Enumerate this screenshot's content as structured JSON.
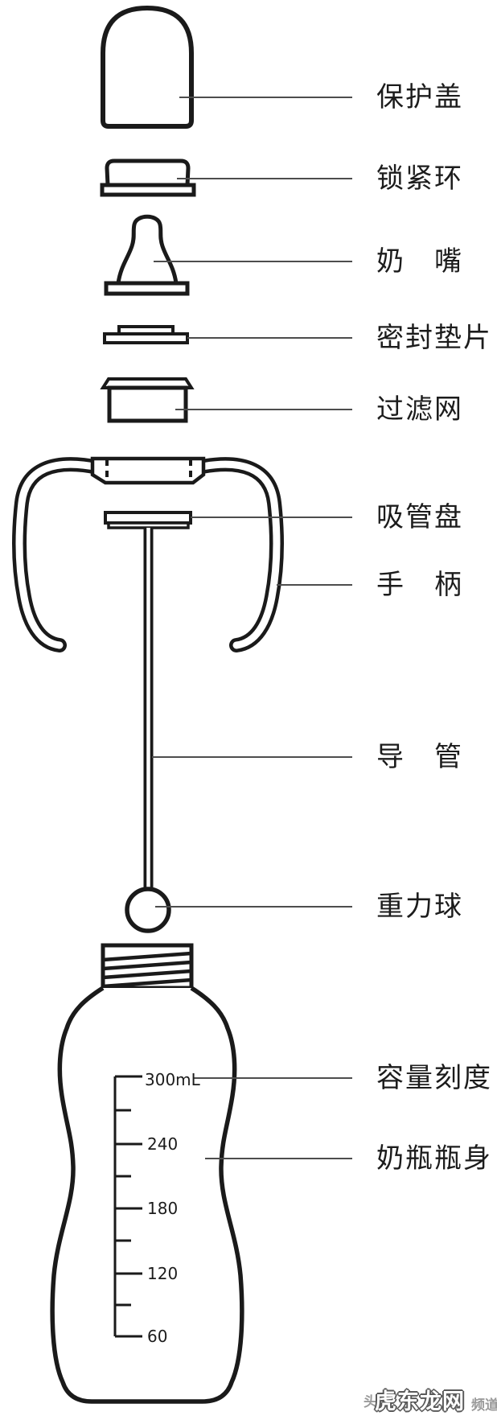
{
  "parts": [
    {
      "id": "protective-cap",
      "label": "保护盖"
    },
    {
      "id": "locking-ring",
      "label": "锁紧环"
    },
    {
      "id": "nipple",
      "label": "奶　嘴"
    },
    {
      "id": "sealing-gasket",
      "label": "密封垫片"
    },
    {
      "id": "filter-mesh",
      "label": "过滤网"
    },
    {
      "id": "straw-disc",
      "label": "吸管盘"
    },
    {
      "id": "handle",
      "label": "手　柄"
    },
    {
      "id": "guide-tube",
      "label": "导　管"
    },
    {
      "id": "gravity-ball",
      "label": "重力球"
    },
    {
      "id": "capacity-scale",
      "label": "容量刻度"
    },
    {
      "id": "bottle-body",
      "label": "奶瓶瓶身"
    }
  ],
  "scale": {
    "unit": "mL",
    "max": 300,
    "min": 60,
    "major_step": 60,
    "ticks": [
      "300mL",
      "240",
      "180",
      "120",
      "60"
    ]
  },
  "watermark": {
    "main": "虎东龙网",
    "back_left": "头",
    "back_right": "频道"
  },
  "colors": {
    "line": "#1a1a1a",
    "leader": "#4d4d4d",
    "text": "#1c1c1c",
    "watermark_grey": "#9a9a9a",
    "background": "#ffffff"
  }
}
